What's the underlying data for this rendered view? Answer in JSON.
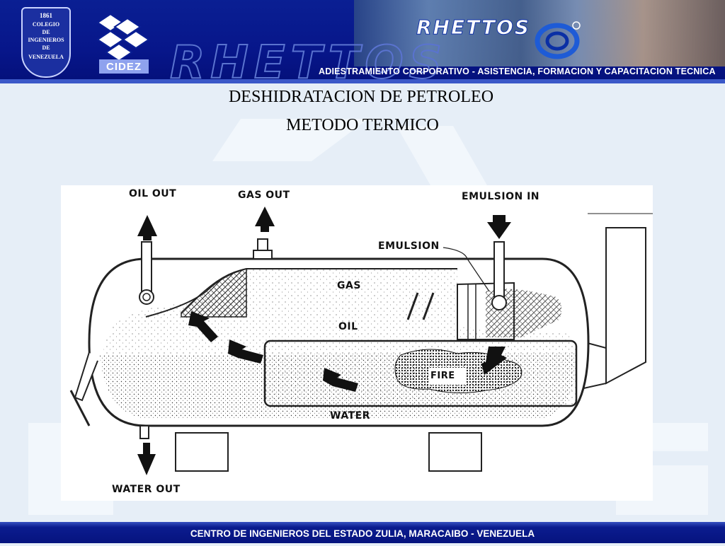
{
  "header": {
    "seal": {
      "year": "1861",
      "lines": [
        "COLEGIO",
        "DE",
        "INGENIEROS",
        "DE"
      ],
      "bottom": "VENEZUELA"
    },
    "cidez": "CIDEZ",
    "brand": "RHETTOS",
    "tagline": "ADIESTRAMIENTO CORPORATIVO - ASISTENCIA, FORMACION  Y CAPACITACION TECNICA"
  },
  "titles": {
    "main": "DESHIDRATACION DE PETROLEO",
    "sub": "METODO TERMICO"
  },
  "diagram": {
    "labels": {
      "oil_out": "OIL OUT",
      "gas_out": "GAS OUT",
      "emulsion_in": "EMULSION IN",
      "emulsion": "EMULSION",
      "gas": "GAS",
      "oil": "OIL",
      "fire": "FIRE",
      "water": "WATER",
      "water_out": "WATER OUT"
    }
  },
  "footer": {
    "text": "CENTRO DE INGENIEROS DEL ESTADO ZULIA, MARACAIBO - VENEZUELA"
  },
  "colors": {
    "header_blue": "#07168a",
    "page_bg": "#e6eef7",
    "tagline_white": "#ffffff"
  }
}
